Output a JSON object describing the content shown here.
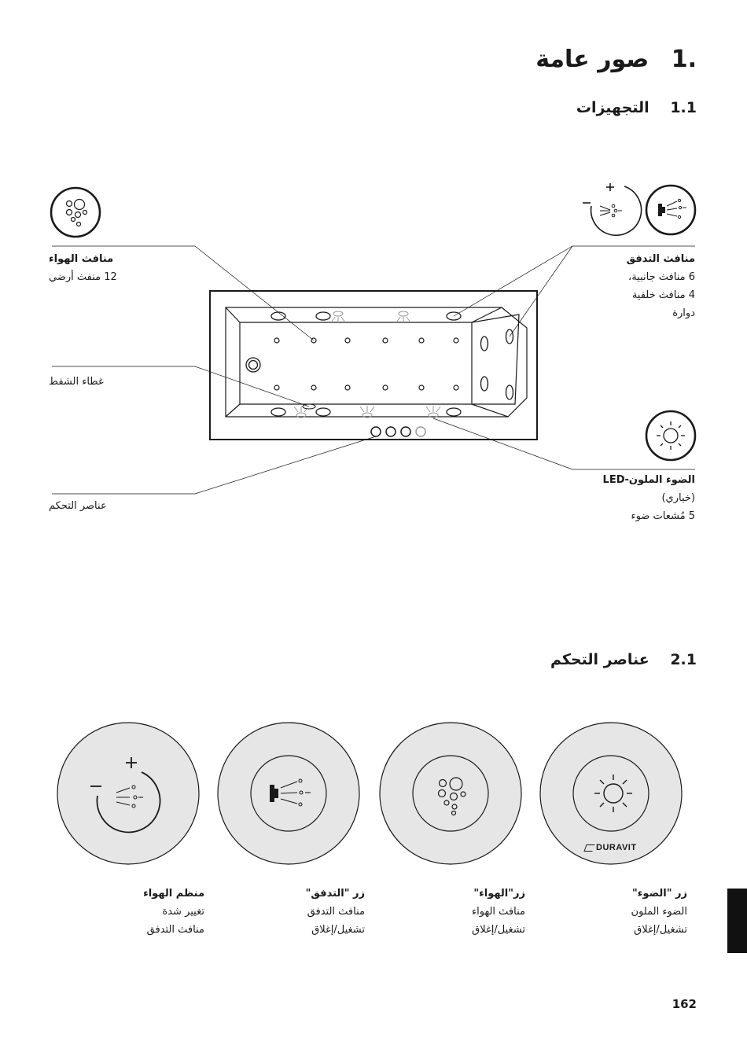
{
  "section_main": {
    "number": ".1",
    "title": "صور عامة"
  },
  "section_equipment": {
    "number": "1.1",
    "title": "التجهيزات"
  },
  "section_controls": {
    "number": "2.1",
    "title": "عناصر التحكم"
  },
  "callouts": {
    "air_jets": {
      "title": "منافث الهواء",
      "lines": [
        "12 منفث أرضي"
      ]
    },
    "flow_jets": {
      "title": "منافث التدفق",
      "lines": [
        "6 منافث جانبية،",
        "4 منافث خلفية",
        "دوارة"
      ]
    },
    "suction_cover": {
      "title": "غطاء الشفط"
    },
    "controls": {
      "title": "عناصر التحكم"
    },
    "led": {
      "title": "الضوء الملون-LED",
      "lines": [
        "(خياري)",
        "5 مُشعات ضوء"
      ]
    }
  },
  "controls": [
    {
      "title": "منظم الهواء",
      "line1": "تغيير شدة",
      "line2": "منافث التدفق",
      "icon": "air-regulator-icon"
    },
    {
      "title": "زر \"التدفق\"",
      "line1": "منافث التدفق",
      "line2": "تشغيل/إغلاق",
      "icon": "flow-jet-icon"
    },
    {
      "title": "زر\"الهواء\"",
      "line1": "منافث الهواء",
      "line2": "تشغيل/إغلاق",
      "icon": "air-bubbles-icon"
    },
    {
      "title": "زر \"الضوء\"",
      "line1": "الضوء الملون",
      "line2": "تشغيل/إغلاق",
      "icon": "sun-light-icon"
    }
  ],
  "brand": "DURAVIT",
  "page_number": "162",
  "colors": {
    "button_fill": "#e6e6e6",
    "stroke": "#1a1a1a",
    "tab": "#111111"
  }
}
